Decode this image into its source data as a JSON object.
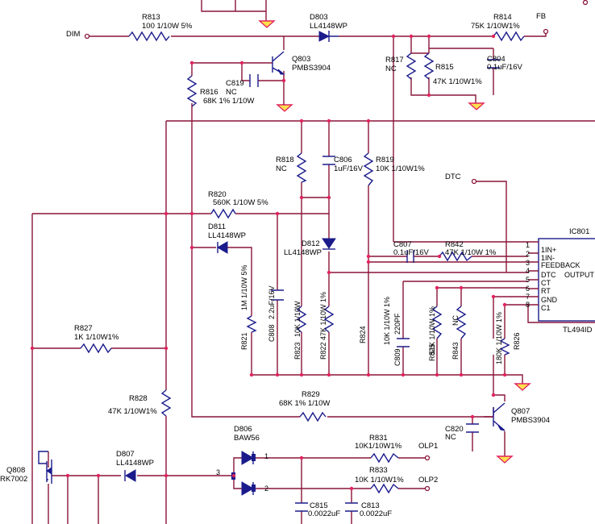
{
  "nets": {
    "dim": "DIM",
    "fb": "FB",
    "dtc": "DTC",
    "olp1": "OLP1",
    "olp2": "OLP2"
  },
  "components": {
    "r813": {
      "ref": "R813",
      "value": "100 1/10W 5%"
    },
    "d803": {
      "ref": "D803",
      "value": "LL4148WP"
    },
    "r814": {
      "ref": "R814",
      "value": "75K 1/10W1%"
    },
    "q803": {
      "ref": "Q803",
      "value": "PMBS3904"
    },
    "c819": {
      "ref": "C819",
      "value": "NC"
    },
    "r816": {
      "ref": "R816",
      "value": "68K  1%  1/10W"
    },
    "r817": {
      "ref": "R817",
      "value": "NC"
    },
    "r815": {
      "ref": "R815",
      "value": "47K 1/10W1%"
    },
    "c804": {
      "ref": "C804",
      "value": "0.1uF/16V"
    },
    "r818": {
      "ref": "R818",
      "value": "NC"
    },
    "c806": {
      "ref": "C806",
      "value": "1uF/16V"
    },
    "r819": {
      "ref": "R819",
      "value": "10K 1/10W1%"
    },
    "r820": {
      "ref": "R820",
      "value": "560K  1/10W  5%"
    },
    "d811": {
      "ref": "D811",
      "value": "LL4148WP"
    },
    "d812": {
      "ref": "D812",
      "value": "LL4148WP"
    },
    "c807": {
      "ref": "C807",
      "value": "0.1uF/16V"
    },
    "r842": {
      "ref": "R842",
      "value": "47K 1/10W 1%"
    },
    "ic801": {
      "ref": "IC801",
      "value": "TL494ID"
    },
    "r821": {
      "ref": "R821",
      "value": "1M 1/10W 5%"
    },
    "c808": {
      "ref": "C808",
      "value": "2.2uF/16V"
    },
    "r823": {
      "ref": "R823",
      "value": "10K 1/10W"
    },
    "r822": {
      "ref": "R822",
      "value": "47K 1/10W 1%"
    },
    "r824": {
      "ref": "R824",
      "value": "10K 1/10W 1%"
    },
    "c809": {
      "ref": "C809",
      "value": "220PF"
    },
    "r825": {
      "ref": "R825",
      "value": "51K 1/10W 1%"
    },
    "r843": {
      "ref": "R843",
      "value": "NC"
    },
    "r826": {
      "ref": "R826",
      "value": "180K 1/10W 1%"
    },
    "r827": {
      "ref": "R827",
      "value": "1K 1/10W1%"
    },
    "r828": {
      "ref": "R828",
      "value": "47K 1/10W1%"
    },
    "r829": {
      "ref": "R829",
      "value": "68K  1%  1/10W"
    },
    "q807": {
      "ref": "Q807",
      "value": "PMBS3904"
    },
    "c820": {
      "ref": "C820",
      "value": "NC"
    },
    "d806": {
      "ref": "D806",
      "value": "BAW56"
    },
    "r831": {
      "ref": "R831",
      "value": "10K1/10W1%"
    },
    "r833": {
      "ref": "R833",
      "value": "10K 1/10W1%"
    },
    "c815": {
      "ref": "C815",
      "value": "0.0022uF"
    },
    "c813": {
      "ref": "C813",
      "value": "0.0022uF"
    },
    "q808": {
      "ref": "Q808",
      "value": "RK7002"
    },
    "d807": {
      "ref": "D807",
      "value": "LL4148WP"
    }
  },
  "ic_pins": [
    {
      "num": "1",
      "name": "1IN+"
    },
    {
      "num": "2",
      "name": "1IN-"
    },
    {
      "num": "3",
      "name": "FEEDBACK"
    },
    {
      "num": "4",
      "name": "DTC"
    },
    {
      "num": "5",
      "name": "CT"
    },
    {
      "num": "6",
      "name": "RT"
    },
    {
      "num": "7",
      "name": "GND"
    },
    {
      "num": "8",
      "name": "C1"
    }
  ],
  "ic_extra_label": "OUTPUT",
  "d806_pins": {
    "common": "3",
    "a": "1",
    "b": "2"
  }
}
